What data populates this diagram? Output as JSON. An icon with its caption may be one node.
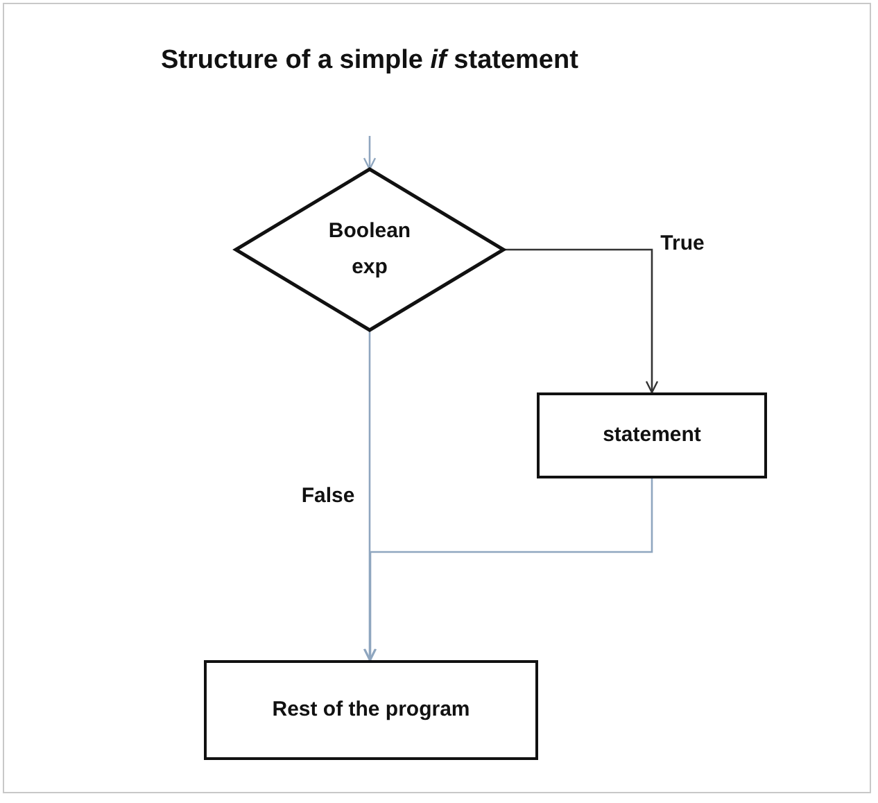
{
  "diagram": {
    "title": "Structure of a simple *if* statement",
    "nodes": [
      {
        "text": [
          "Boolean exp"
        ]
      },
      {
        "text": [
          "statement"
        ]
      },
      {
        "text": [
          "Rest of the program"
        ]
      }
    ],
    "edges": [
      {
        "from": null,
        "to": 0,
        "arrow": "to"
      },
      {
        "from": 0,
        "to": 1,
        "arrow": "to",
        "label": "True",
        "color": "#333333"
      },
      {
        "from": 0,
        "to": 2,
        "arrow": "to",
        "label": "False"
      },
      {
        "from": 1,
        "to": 2,
        "arrow": "to"
      }
    ]
  }
}
